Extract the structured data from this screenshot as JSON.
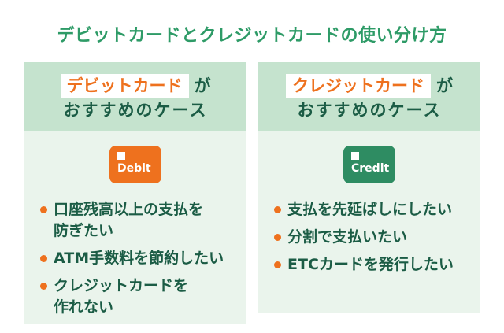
{
  "page": {
    "title": "デビットカードとクレジットカードの使い分け方"
  },
  "colors": {
    "title-green": "#2e9b67",
    "dark-green": "#1b5c45",
    "orange": "#ee711e",
    "credit-green": "#2e8c62",
    "header-bg": "#c5e3ce",
    "body-bg": "#eaf4ec",
    "highlight-bg": "#ffffff"
  },
  "panels": [
    {
      "highlight": "デビットカード",
      "suffix": "が",
      "header_line2": "おすすめのケース",
      "card_label": "Debit",
      "card_icon": "debit-card-icon",
      "bullets": [
        "口座残高以上の支払を\n防ぎたい",
        "ATM手数料を節約したい",
        "クレジットカードを\n作れない"
      ]
    },
    {
      "highlight": "クレジットカード",
      "suffix": "が",
      "header_line2": "おすすめのケース",
      "card_label": "Credit",
      "card_icon": "credit-card-icon",
      "bullets": [
        "支払を先延ばしにしたい",
        "分割で支払いたい",
        "ETCカードを発行したい"
      ]
    }
  ]
}
